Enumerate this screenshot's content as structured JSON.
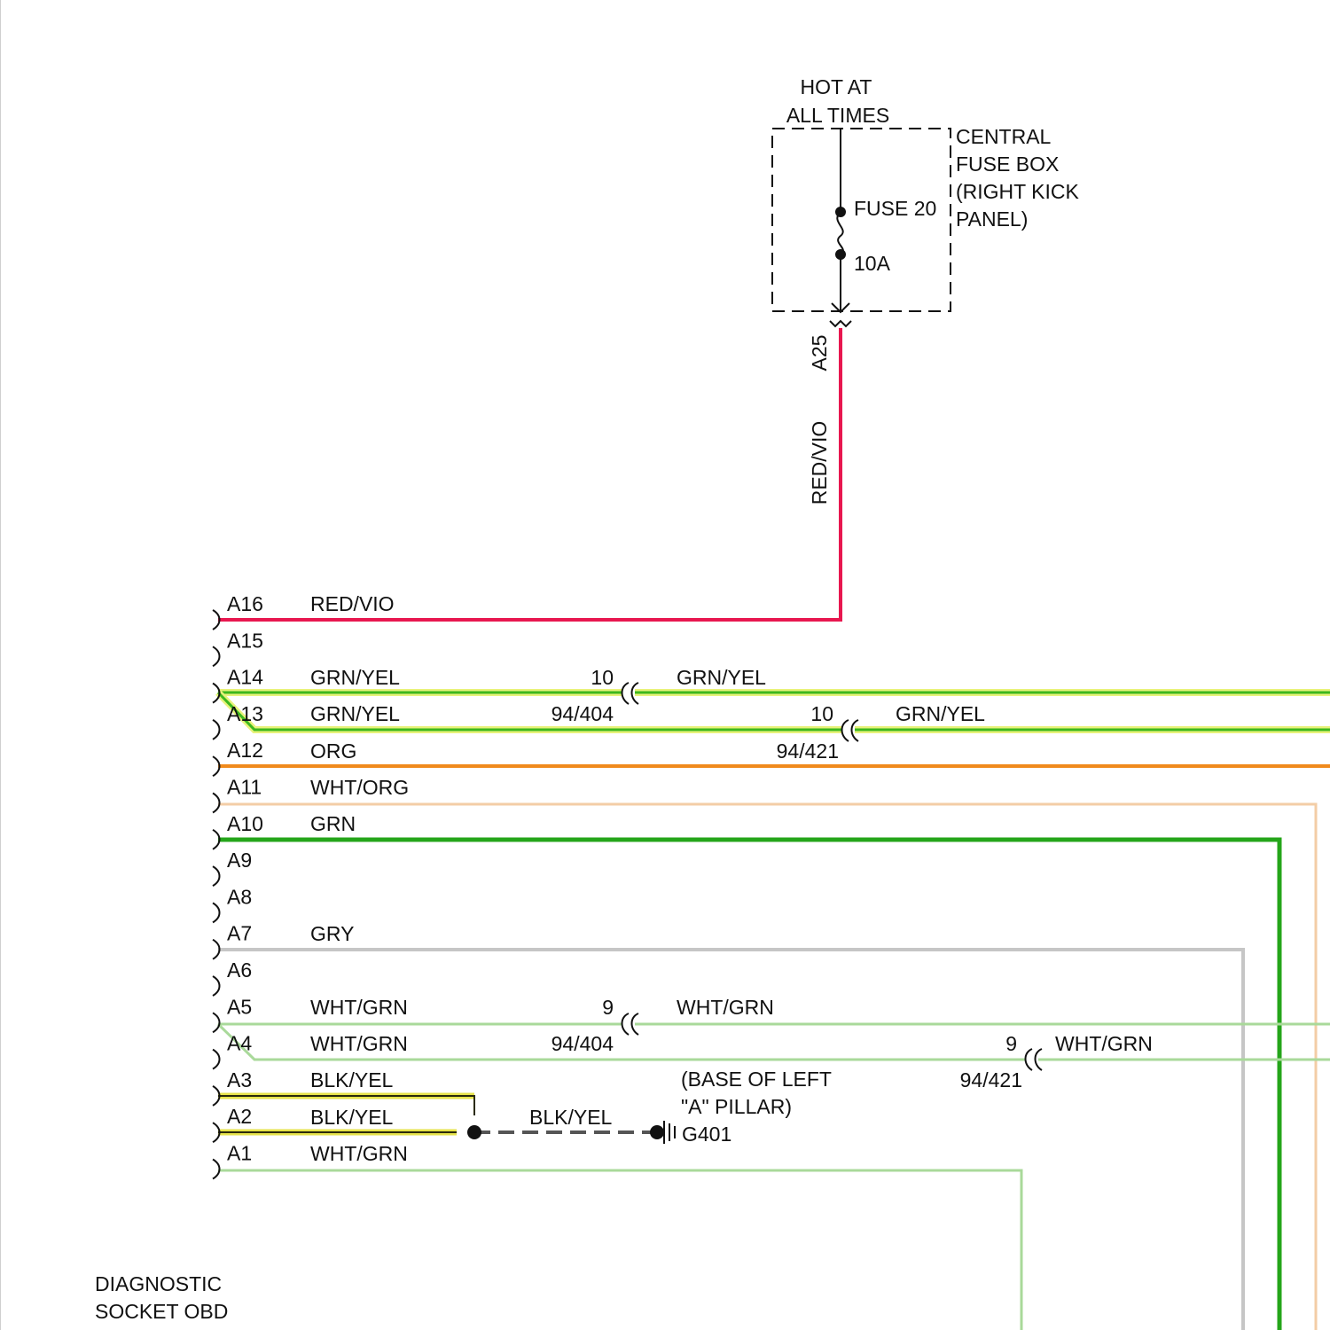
{
  "colors": {
    "red_vio": "#e8174f",
    "grn_yel": "#3db81e",
    "grn_yel_glow": "#e8f27a",
    "org": "#f08a1c",
    "wht_org": "#f3cda6",
    "grn": "#25a51a",
    "gry": "#c6c6c6",
    "wht_grn": "#a9d99a",
    "blk_yel": "#2a2a0a",
    "blk_yel_glow": "#e6e34a",
    "ink": "#111111"
  },
  "fuse_box": {
    "hot_line1": "HOT AT",
    "hot_line2": "ALL TIMES",
    "name_line1": "CENTRAL",
    "name_line2": "FUSE BOX",
    "name_line3": "(RIGHT KICK",
    "name_line4": "PANEL)",
    "fuse_label": "FUSE 20",
    "fuse_rating": "10A",
    "output_pin": "A25",
    "output_wire": "RED/VIO"
  },
  "socket": {
    "name_line1": "DIAGNOSTIC",
    "name_line2": "SOCKET OBD",
    "pins": [
      "A16",
      "A15",
      "A14",
      "A13",
      "A12",
      "A11",
      "A10",
      "A9",
      "A8",
      "A7",
      "A6",
      "A5",
      "A4",
      "A3",
      "A2",
      "A1"
    ]
  },
  "wires": {
    "a16": "RED/VIO",
    "a14_upper": "GRN/YEL",
    "a14_lower": "GRN/YEL",
    "a13": "ORG",
    "a12": "WHT/ORG",
    "a11": "GRN",
    "a8": "GRY",
    "a6_upper": "WHT/GRN",
    "a6_lower": "WHT/GRN",
    "a5": "BLK/YEL",
    "a4": "BLK/YEL",
    "a3": "WHT/GRN",
    "ground_wire": "BLK/YEL"
  },
  "connectors": {
    "c404_top_pin": "10",
    "c404_top_name": "94/404",
    "c404_top_wire": "GRN/YEL",
    "c421_top_pin": "10",
    "c421_top_name": "94/421",
    "c421_top_wire": "GRN/YEL",
    "c404_bot_pin": "9",
    "c404_bot_name": "94/404",
    "c404_bot_wire": "WHT/GRN",
    "c421_bot_pin": "9",
    "c421_bot_name": "94/421",
    "c421_bot_wire": "WHT/GRN"
  },
  "ground": {
    "location_line1": "(BASE OF LEFT",
    "location_line2": "\"A\" PILLAR)",
    "id": "G401"
  }
}
